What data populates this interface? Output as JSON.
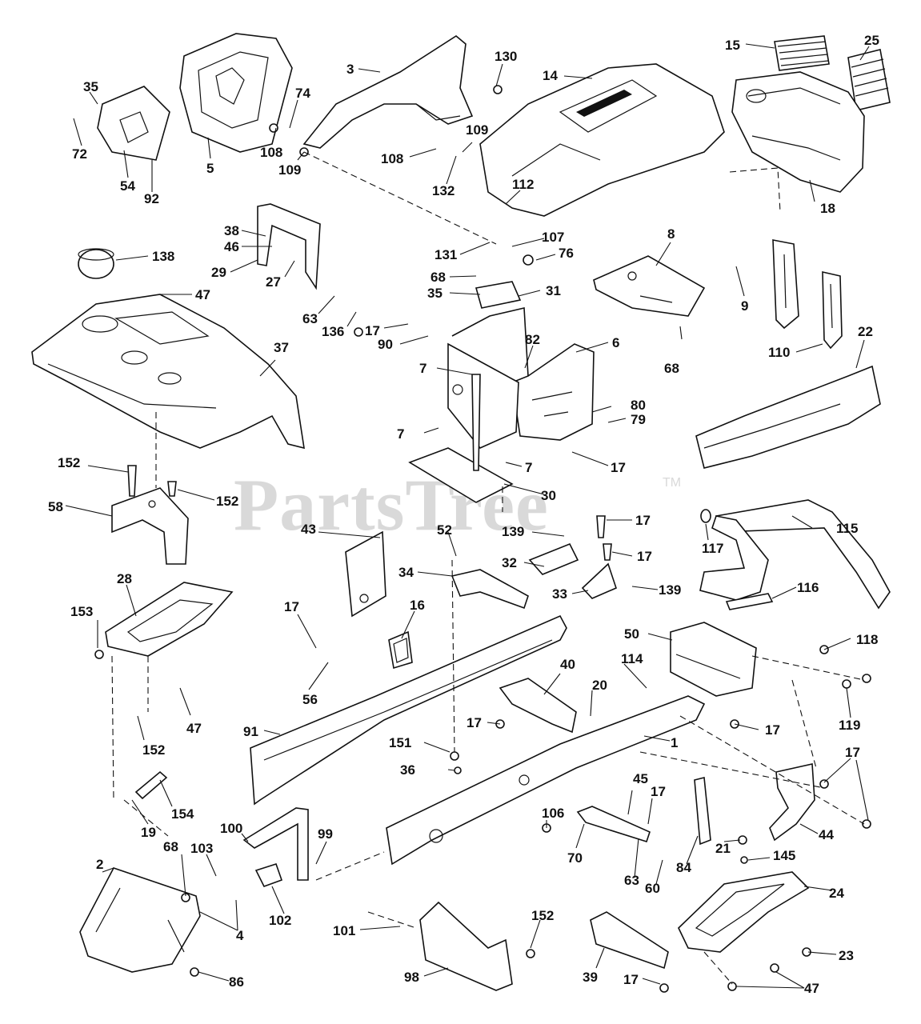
{
  "watermark": {
    "text": "PartsTree",
    "mark": "TM"
  },
  "callouts": {
    "c15": "15",
    "c25": "25",
    "c35a": "35",
    "c72": "72",
    "c54": "54",
    "c92": "92",
    "c5": "5",
    "c74": "74",
    "c108a": "108",
    "c109a": "109",
    "c3": "3",
    "c130": "130",
    "c14": "14",
    "c108b": "108",
    "c109b": "109",
    "c132": "132",
    "c112": "112",
    "c18": "18",
    "c38": "38",
    "c46": "46",
    "c29": "29",
    "c27": "27",
    "c138": "138",
    "c47a": "47",
    "c63a": "63",
    "c136": "136",
    "c131": "131",
    "c107": "107",
    "c76": "76",
    "c68a": "68",
    "c35b": "35",
    "c31": "31",
    "c8": "8",
    "c9": "9",
    "c110": "110",
    "c37": "37",
    "c17a": "17",
    "c90": "90",
    "c82": "82",
    "c6": "6",
    "c68b": "68",
    "c22": "22",
    "c7a": "7",
    "c80": "80",
    "c79": "79",
    "c7b": "7",
    "c17b": "17",
    "c7c": "7",
    "c30": "30",
    "c152a": "152",
    "c152b": "152",
    "c58": "58",
    "c43": "43",
    "c52": "52",
    "c139a": "139",
    "c17c": "17",
    "c115": "115",
    "c117": "117",
    "c32": "32",
    "c17d": "17",
    "c34": "34",
    "c33": "33",
    "c139b": "139",
    "c28": "28",
    "c16": "16",
    "c116": "116",
    "c153": "153",
    "c17e": "17",
    "c50": "50",
    "c118": "118",
    "c114": "114",
    "c40": "40",
    "c20": "20",
    "c56": "56",
    "c47b": "47",
    "c17f": "17",
    "c17g": "17",
    "c119": "119",
    "c91": "91",
    "c1": "1",
    "c152c": "152",
    "c151": "151",
    "c36": "36",
    "c17h": "17",
    "c45": "45",
    "c17i": "17",
    "c154": "154",
    "c19": "19",
    "c100": "100",
    "c99": "99",
    "c106": "106",
    "c44": "44",
    "c21": "21",
    "c145": "145",
    "c68c": "68",
    "c103": "103",
    "c70": "70",
    "c2": "2",
    "c63b": "63",
    "c60": "60",
    "c84": "84",
    "c24": "24",
    "c4": "4",
    "c102": "102",
    "c101": "101",
    "c152d": "152",
    "c23": "23",
    "c86": "86",
    "c98": "98",
    "c39": "39",
    "c17j": "17",
    "c47c": "47"
  }
}
